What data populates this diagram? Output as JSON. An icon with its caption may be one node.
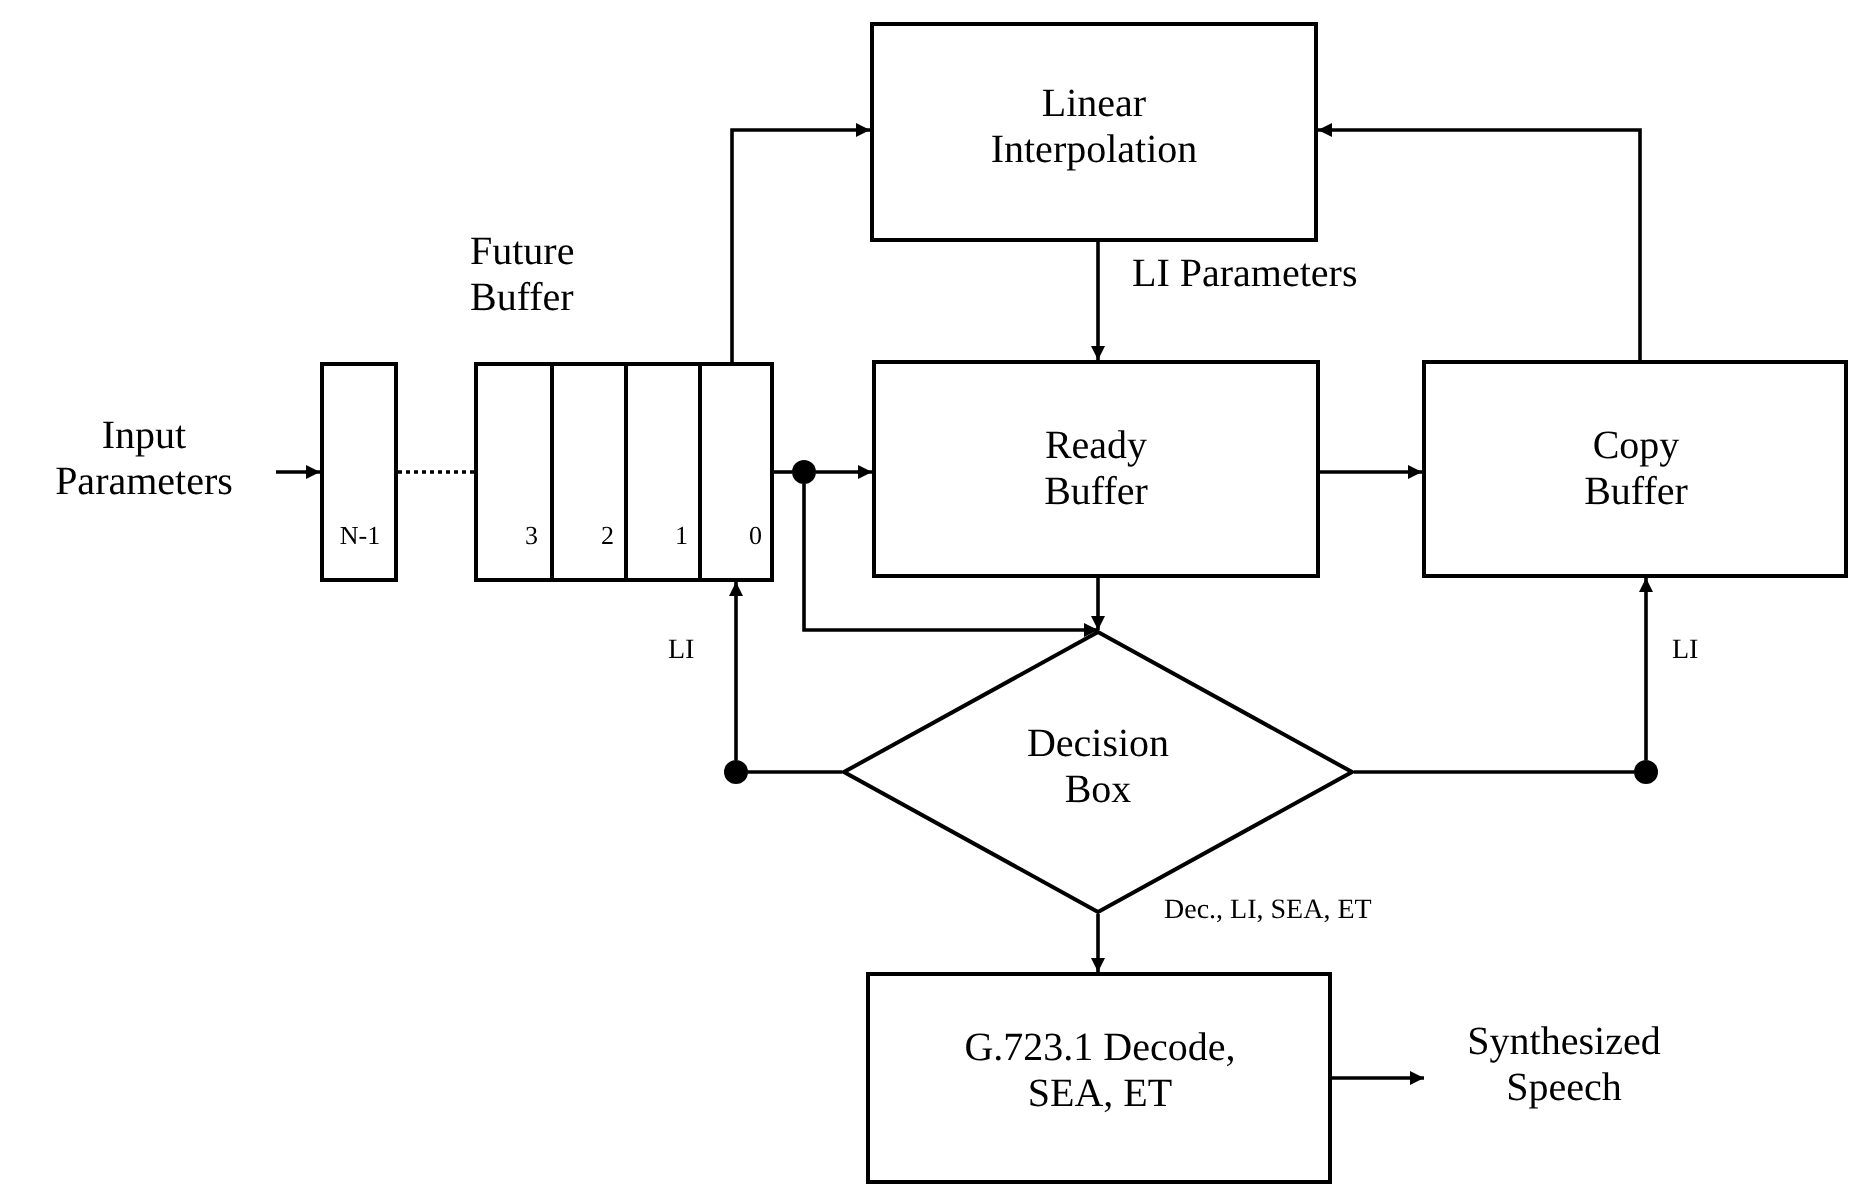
{
  "diagram": {
    "nodes": [
      {
        "text": [
          "Input Parameters"
        ]
      },
      {
        "text": [
          "N-1"
        ]
      },
      {
        "text": [
          "Future Buffer"
        ]
      },
      {
        "text": [
          "3"
        ],
        "in": 2
      },
      {
        "text": [
          "2"
        ],
        "in": 2
      },
      {
        "text": [
          "1"
        ],
        "in": 2
      },
      {
        "text": [
          "0"
        ],
        "in": 2
      },
      {
        "text": [
          "Linear Interpolation"
        ]
      },
      {
        "text": [
          "Ready Buffer"
        ]
      },
      {
        "text": [
          "Copy Buffer"
        ]
      },
      {
        "text": [
          "Decision Box"
        ]
      },
      {
        "text": [
          "G.723.1 Decode, SEA, ET"
        ]
      },
      {
        "text": [
          "Synthesized Speech"
        ]
      },
      {
        "text": [],
        "shape": "circle"
      },
      {
        "text": [],
        "shape": "circle"
      },
      {
        "text": [],
        "shape": "circle"
      }
    ],
    "edges": [
      {
        "from": 0,
        "to": 1,
        "arrow": "to"
      },
      {
        "from": 1,
        "to": 2,
        "arrow": "none",
        "style": "dashed"
      },
      {
        "from": 6,
        "to": 7,
        "arrow": "to"
      },
      {
        "from": 9,
        "to": 7,
        "arrow": "to"
      },
      {
        "from": 7,
        "to": 8,
        "arrow": "to",
        "label": "LI Parameters"
      },
      {
        "from": 6,
        "to": 13,
        "arrow": "none"
      },
      {
        "from": 13,
        "to": 8,
        "arrow": "to"
      },
      {
        "from": 13,
        "to": 10,
        "arrow": "to"
      },
      {
        "from": 8,
        "to": 10,
        "arrow": "to"
      },
      {
        "from": 8,
        "to": 9,
        "arrow": "to"
      },
      {
        "from": 10,
        "to": 14,
        "arrow": "none"
      },
      {
        "from": 14,
        "to": 6,
        "arrow": "to",
        "label": "LI"
      },
      {
        "from": 10,
        "to": 15,
        "arrow": "none"
      },
      {
        "from": 15,
        "to": 9,
        "arrow": "to",
        "label": "LI"
      },
      {
        "from": 10,
        "to": 11,
        "arrow": "to",
        "label": "Dec., LI, SEA, ET"
      },
      {
        "from": 11,
        "to": 12,
        "arrow": "to"
      }
    ]
  }
}
